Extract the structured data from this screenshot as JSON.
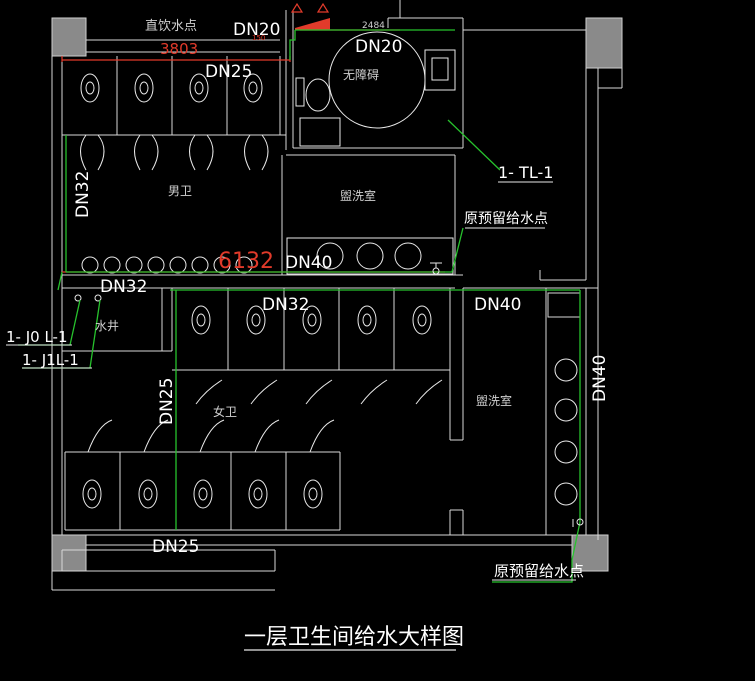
{
  "title": "一层卫生间给水大样图",
  "colors": {
    "background": "#000000",
    "walls": "#d8d8d8",
    "pipe": "#27c22d",
    "dimension": "#e23b2b",
    "text": "#ffffff"
  },
  "pipe_labels": {
    "dn20_a": "DN20",
    "dn20_b": "DN20",
    "dn25_top": "DN25",
    "dn32_vertical": "DN32",
    "dn40_mid": "DN40",
    "dn32_a": "DN32",
    "dn32_b": "DN32",
    "dn40_right": "DN40",
    "dn40_vertical": "DN40",
    "dn25_vertical": "DN25",
    "dn25_bottom": "DN25"
  },
  "dimensions": {
    "d3803": "3803",
    "d2484": "2484",
    "d6132": "6132",
    "d150": "150"
  },
  "room_labels": {
    "drinking_water_point": "直饮水点",
    "accessible_room": "无障碍",
    "mens_room": "男卫",
    "washroom_top": "盥洗室",
    "water_well": "水井",
    "womens_room": "女卫",
    "washroom_right": "盥洗室"
  },
  "riser_labels": {
    "tl1": "1- TL-1",
    "jol1": "1- J0 L-1",
    "j1l1": "1- J1L-1"
  },
  "callouts": {
    "reserved_point_top": "原预留给水点",
    "reserved_point_bottom": "原预留给水点"
  }
}
